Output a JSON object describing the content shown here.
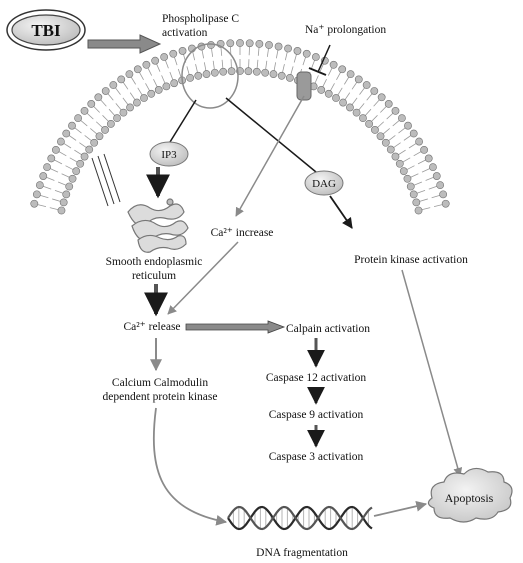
{
  "nodes": {
    "tbi": "TBI",
    "plc_line1": "Phospholipase C",
    "plc_line2": "activation",
    "na": "Na⁺ prolongation",
    "ip3": "IP3",
    "dag": "DAG",
    "ca_increase": "Ca²⁺ increase",
    "ser_line1": "Smooth endoplasmic",
    "ser_line2": "reticulum",
    "pk": "Protein kinase activation",
    "ca_release": "Ca²⁺ release",
    "calpain": "Calpain activation",
    "ccpk_line1": "Calcium Calmodulin",
    "ccpk_line2": "dependent protein kinase",
    "casp12": "Caspase 12 activation",
    "casp9": "Caspase 9 activation",
    "casp3": "Caspase 3 activation",
    "apoptosis": "Apoptosis",
    "dna": "DNA fragmentation"
  },
  "colors": {
    "membrane_head": "#bcbcbc",
    "arrow_dark": "#1a1a1a",
    "arrow_grey": "#8a8a8a",
    "node_fill": "#d9d9d9"
  }
}
